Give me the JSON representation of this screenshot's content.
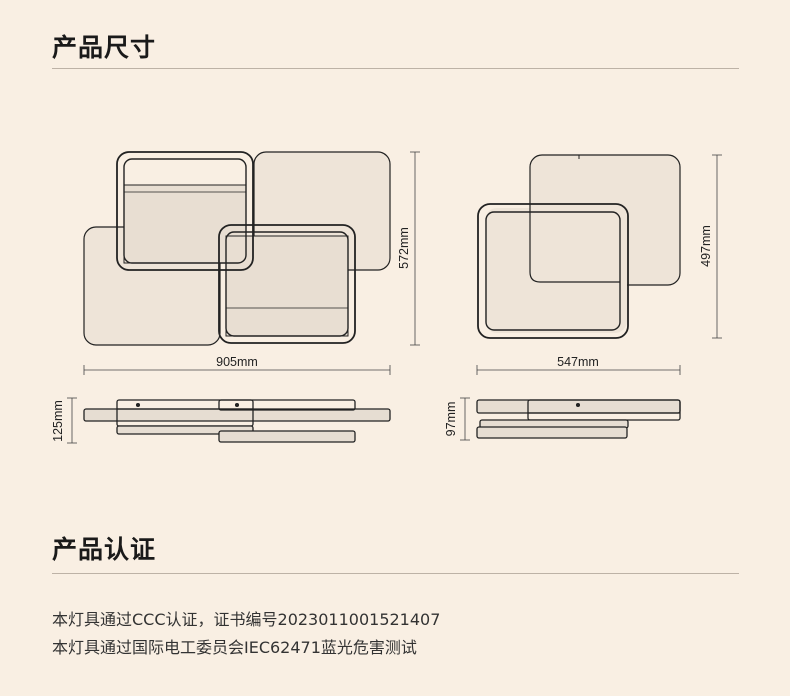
{
  "sections": {
    "size_title": "产品尺寸",
    "cert_title": "产品认证"
  },
  "dimensions": {
    "large_width": "905mm",
    "large_depth": "572mm",
    "large_height": "125mm",
    "small_width": "547mm",
    "small_depth": "497mm",
    "small_height": "97mm"
  },
  "certifications": [
    "本灯具通过CCC认证，证书编号2023011001521407",
    "本灯具通过国际电工委员会IEC62471蓝光危害测试"
  ],
  "colors": {
    "background": "#f9efe3",
    "frame": "#222222",
    "panel": "#e6ddd2"
  }
}
